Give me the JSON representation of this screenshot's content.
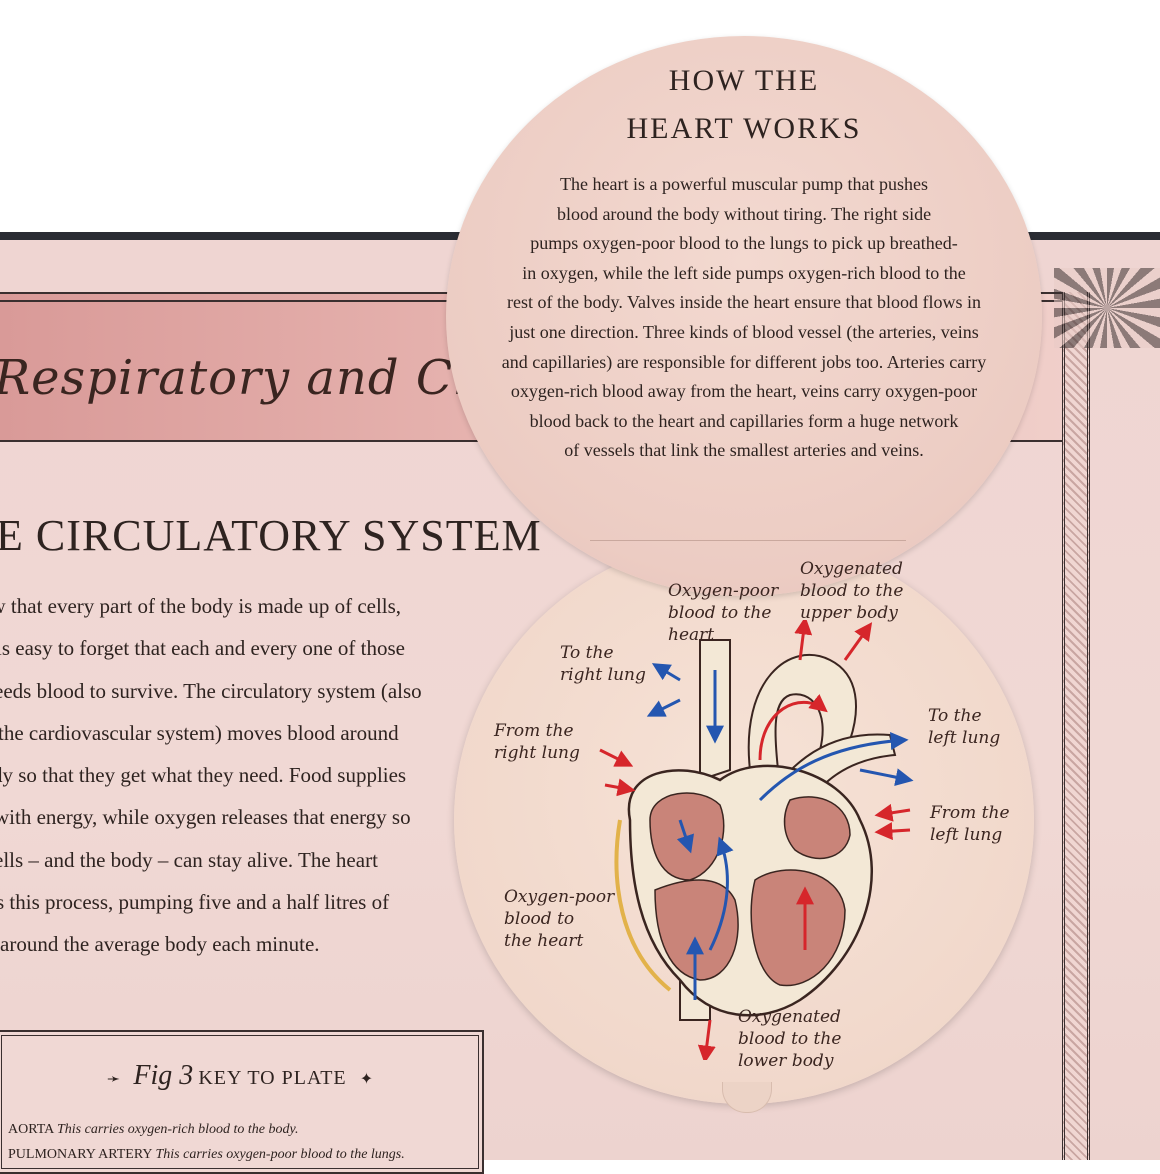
{
  "page": {
    "title": "Respiratory and Circu",
    "section_title": "E CIRCULATORY SYSTEM",
    "body_lines": [
      "ow that every part of the body is made up of cells,",
      "is easy to forget that each and every one of those",
      "eeds blood to survive. The circulatory system (also",
      "the cardiovascular system) moves blood around",
      "dy so that they get what they need. Food supplies",
      "with energy, while oxygen releases that energy so",
      "ells – and the body – can stay alive. The heart",
      "s this process, pumping five and a half litres of",
      "around the average body each minute."
    ],
    "key": {
      "fig_label": "Fig 3",
      "title_rest": "KEY TO PLATE",
      "ornament_left": "➛",
      "ornament_right": "✦",
      "items": [
        {
          "term": "AORTA",
          "desc": "This carries oxygen-rich blood to the body."
        },
        {
          "term": "PULMONARY ARTERY",
          "desc": "This carries oxygen-poor blood to the lungs."
        }
      ]
    }
  },
  "flap": {
    "title_line1": "HOW THE",
    "title_line2": "HEART WORKS",
    "text_lines": [
      "The heart is a powerful muscular pump that pushes",
      "blood around the body without tiring. The right side",
      "pumps oxygen-poor blood to the lungs to pick up breathed-",
      "in oxygen, while the left side pumps oxygen-rich blood to the",
      "rest of the body. Valves inside the heart ensure that blood flows in",
      "just one direction. Three kinds of blood vessel (the arteries, veins",
      "and capillaries) are responsible for different jobs too. Arteries carry",
      "oxygen-rich blood away from the heart, veins carry oxygen-poor",
      "blood back to the heart and capillaries form a huge network",
      "of vessels that link the smallest arteries and veins."
    ]
  },
  "diagram": {
    "labels": {
      "oxy_poor_top": [
        "Oxygen-poor",
        "blood to the",
        "heart"
      ],
      "oxy_upper": [
        "Oxygenated",
        "blood to the",
        "upper body"
      ],
      "to_right_lung": [
        "To the",
        "right lung"
      ],
      "from_right_lung": [
        "From the",
        "right lung"
      ],
      "to_left_lung": [
        "To the",
        "left lung"
      ],
      "from_left_lung": [
        "From the",
        "left lung"
      ],
      "oxy_poor_bottom": [
        "Oxygen-poor",
        "blood to",
        "the heart"
      ],
      "oxy_lower": [
        "Oxygenated",
        "blood to the",
        "lower body"
      ]
    },
    "colors": {
      "oxygen_rich": "#d6262b",
      "oxygen_poor": "#2456b0",
      "vessel": "#f3e8d6",
      "chamber": "#c98479",
      "outline": "#3a2520"
    }
  }
}
